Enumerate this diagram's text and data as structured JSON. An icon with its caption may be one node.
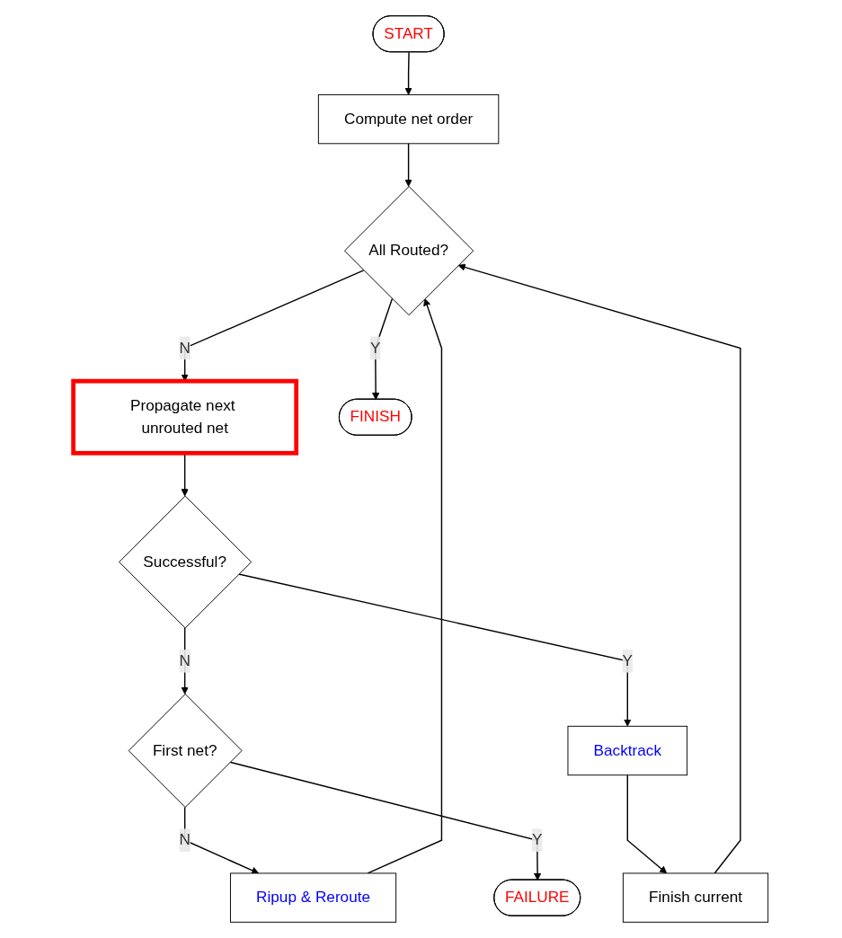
{
  "diagram": {
    "nodes": [
      {
        "text": [
          "START"
        ]
      },
      {
        "text": [
          "Compute net order"
        ]
      },
      {
        "text": [
          "All Routed?"
        ]
      },
      {
        "text": [
          "Propagate next unrouted net"
        ]
      },
      {
        "text": [
          "FINISH"
        ]
      },
      {
        "text": [
          "Successful?"
        ]
      },
      {
        "text": [
          "First net?"
        ]
      },
      {
        "text": [
          "Backtrack"
        ]
      },
      {
        "text": [
          "Ripup & Reroute"
        ]
      },
      {
        "text": [
          "FAILURE"
        ]
      },
      {
        "text": [
          "Finish current"
        ]
      }
    ],
    "edges": [
      {
        "from": 0,
        "to": 1,
        "arrow": "to"
      },
      {
        "from": 1,
        "to": 2,
        "arrow": "to"
      },
      {
        "from": 2,
        "to": 3,
        "label": "N",
        "arrow": "to"
      },
      {
        "from": 2,
        "to": 4,
        "label": "Y",
        "arrow": "to"
      },
      {
        "from": 3,
        "to": 5,
        "arrow": "to"
      },
      {
        "from": 5,
        "to": 6,
        "label": "N",
        "arrow": "to"
      },
      {
        "from": 5,
        "to": 7,
        "label": "Y",
        "arrow": "to"
      },
      {
        "from": 6,
        "to": 8,
        "label": "N",
        "arrow": "to"
      },
      {
        "from": 6,
        "to": 9,
        "label": "Y",
        "arrow": "to"
      },
      {
        "from": 7,
        "to": 10,
        "arrow": "to"
      },
      {
        "from": 8,
        "to": 2,
        "arrow": "to"
      },
      {
        "from": 10,
        "to": 2,
        "arrow": "to"
      }
    ]
  }
}
